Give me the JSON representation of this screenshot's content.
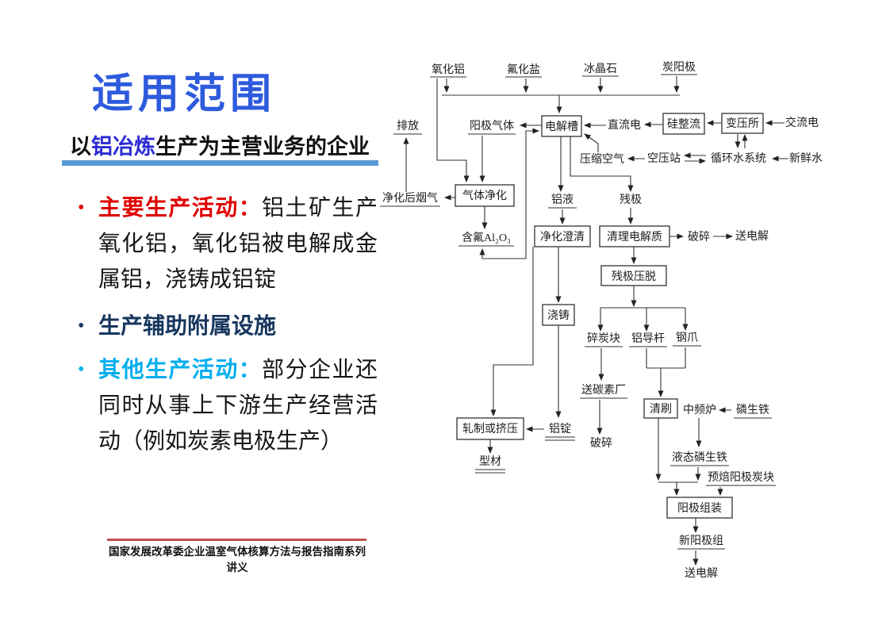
{
  "slide": {
    "title": "适用范围",
    "subtitle": {
      "pre": "以",
      "em": "铝冶炼",
      "post": "生产为主营业务的企业"
    },
    "bullets": {
      "b1": {
        "marker": "•",
        "lead": "主要生产活动：",
        "body": "铝土矿生产氧化铝，氧化铝被电解成金属铝，浇铸成铝锭"
      },
      "b2": {
        "marker": "•",
        "text": "生产辅助附属设施"
      },
      "b3": {
        "marker": "•",
        "lead": "其他生产活动：",
        "body": "部分企业还同时从事上下游生产经营活动（例如炭素电极生产）"
      }
    },
    "footer": "国家发展改革委企业温室气体核算方法与报告指南系列讲义"
  },
  "colors": {
    "title_blue": "#2E5BDD",
    "subtitle_em_blue": "#2B2BD5",
    "divider_blue": "#5B9BD5",
    "bullet1_red": "#E00000",
    "bullet2_navy": "#17375E",
    "bullet3_cyan": "#00AEEF",
    "footer_rule_red": "#C0504D",
    "diagram_ink": "#333333"
  },
  "flowchart": {
    "boxes": {
      "dianjiecao": "电解槽",
      "guizhengliu": "硅整流",
      "bianyasuo": "变压所",
      "qitijinghua": "气体净化",
      "jinghuachengqing": "净化澄清",
      "qinglidianjiezhi": "清理电解质",
      "canjiyatuo": "残极压脱",
      "jiaozhu": "浇铸",
      "zhazhihuojiya": "轧制或挤压",
      "qingshua": "清刷",
      "yangjizuzhuang": "阳极组装"
    },
    "labels": {
      "yanghualv": "氧化铝",
      "fuhuayan": "氟化盐",
      "bingjingshi": "冰晶石",
      "tanyangji": "炭阳极",
      "paifang": "排放",
      "yangjiqiti": "阳极气体",
      "zhiliudian": "直流电",
      "jiaoliudian": "交流电",
      "yasuokongqi": "压缩空气",
      "kongyazhan": "空压站",
      "xunhuanshui": "循环水系统",
      "xinxianshui": "新鲜水",
      "jinghuahouyanqi": "净化后烟气",
      "hanfual2o3": "含氟Al₂O₃",
      "lvye": "铝液",
      "canji": "残极",
      "posui1": "破碎",
      "songdianjie1": "送电解",
      "suitankuai": "碎炭块",
      "lvdaogan": "铝导杆",
      "gangzhua": "钢爪",
      "songtansuchang": "送碳素厂",
      "posui2": "破碎",
      "zhongpinlu": "中频炉",
      "linshengtie": "磷生铁",
      "yetailinshengtie": "液态磷生铁",
      "yubeiyangjitankuai": "预焙阳极炭块",
      "xinyangjizu": "新阳极组",
      "songdianjie2": "送电解"
    },
    "edges": [
      "氧化铝→配料汇流线",
      "氟化盐→配料汇流线",
      "冰晶石→配料汇流线",
      "炭阳极→配料汇流线",
      "配料汇流线→电解槽",
      "氧化铝→气体净化",
      "电解槽→阳极气体",
      "阳极气体→气体净化",
      "气体净化→净化后烟气",
      "净化后烟气→排放",
      "气体净化→含氟Al₂O₃",
      "含氟Al₂O₃↔电解槽",
      "交流电→变压所",
      "变压所→硅整流",
      "硅整流→直流电",
      "直流电→电解槽",
      "变压所↔循环水系统",
      "新鲜水→循环水系统",
      "循环水系统↔空压站",
      "空压站→压缩空气",
      "压缩空气→电解槽",
      "电解槽→铝液",
      "铝液→净化澄清",
      "净化澄清→浇铸",
      "浇铸→铝锭",
      "铝锭→轧制或挤压",
      "净化澄清→轧制或挤压",
      "轧制或挤压→型材",
      "电解槽→残极",
      "残极→清理电解质",
      "清理电解质→破碎",
      "破碎→送电解",
      "清理电解质→残极压脱",
      "残极压脱→碎炭块",
      "残极压脱→铝导杆",
      "残极压脱→钢爪",
      "碎炭块→送碳素厂",
      "送碳素厂→破碎",
      "铝导杆→清刷",
      "钢爪→清刷",
      "磷生铁→中频炉",
      "中频炉→液态磷生铁",
      "清刷→阳极组装",
      "液态磷生铁→阳极组装",
      "预焙阳极炭块→阳极组装",
      "阳极组装→新阳极组",
      "新阳极组→送电解"
    ],
    "extra_labels": {
      "lvding": "铝锭",
      "xingcai": "型材"
    }
  }
}
